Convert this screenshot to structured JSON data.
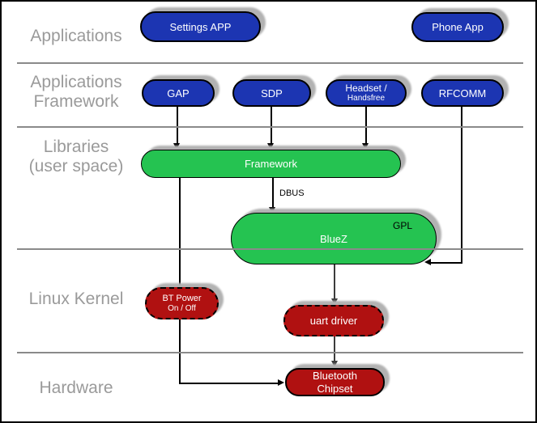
{
  "layers": [
    {
      "name": "applications",
      "lines": [
        "Applications",
        ""
      ]
    },
    {
      "name": "applications-framework",
      "lines": [
        "Applications",
        "Framework"
      ]
    },
    {
      "name": "libraries-user-space",
      "lines": [
        "Libraries",
        "(user space)"
      ]
    },
    {
      "name": "linux-kernel",
      "lines": [
        "Linux Kernel",
        ""
      ]
    },
    {
      "name": "hardware",
      "lines": [
        "Hardware",
        ""
      ]
    }
  ],
  "nodes": {
    "settings_app": {
      "label": "Settings APP"
    },
    "phone_app": {
      "label": "Phone App"
    },
    "gap": {
      "label": "GAP"
    },
    "sdp": {
      "label": "SDP"
    },
    "headset": {
      "line1": "Headset /",
      "line2": "Handsfree"
    },
    "rfcomm": {
      "label": "RFCOMM"
    },
    "framework": {
      "label": "Framework"
    },
    "bluez": {
      "label": "BlueZ",
      "tag": "GPL"
    },
    "bt_power": {
      "line1": "BT Power",
      "line2": "On / Off"
    },
    "uart_driver": {
      "label": "uart driver"
    },
    "bt_chipset": {
      "line1": "Bluetooth",
      "line2": "Chipset"
    }
  },
  "edges": {
    "dbus_label": "DBUS"
  },
  "colors": {
    "app_blue": "#1c35b2",
    "lib_green": "#25c351",
    "kernel_red": "#b01111",
    "layer_label_gray": "#9a9a9a",
    "divider_gray": "#8a8a8a",
    "shadow_gray": "#b2b2b2"
  }
}
